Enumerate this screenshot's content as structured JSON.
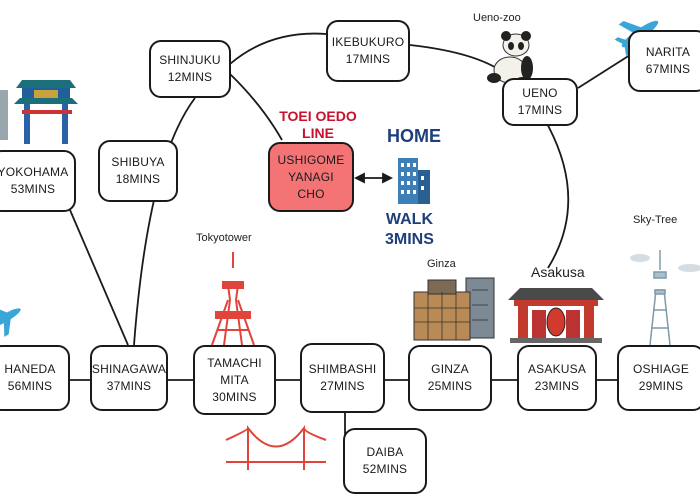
{
  "line": {
    "name_line1": "TOEI OEDO",
    "name_line2": "LINE"
  },
  "home": {
    "label": "HOME",
    "walk_line1": "WALK",
    "walk_line2": "3MINS"
  },
  "stations": {
    "shinjuku": {
      "name": "SHINJUKU",
      "time": "12MINS"
    },
    "ikebukuro": {
      "name": "IKEBUKURO",
      "time": "17MINS"
    },
    "ueno": {
      "name": "UENO",
      "time": "17MINS"
    },
    "narita": {
      "name": "NARITA",
      "time": "67MINS"
    },
    "yokohama": {
      "name": "YOKOHAMA",
      "time": "53MINS"
    },
    "shibuya": {
      "name": "SHIBUYA",
      "time": "18MINS"
    },
    "ushigome": {
      "name_line1": "USHIGOME",
      "name_line2": "YANAGI",
      "name_line3": "CHO"
    },
    "haneda": {
      "name": "HANEDA",
      "time": "56MINS"
    },
    "shinagawa": {
      "name": "SHINAGAWA",
      "time": "37MINS"
    },
    "tamachi": {
      "name_line1": "TAMACHI",
      "name_line2": "MITA",
      "time": "30MINS"
    },
    "shimbashi": {
      "name": "SHIMBASHI",
      "time": "27MINS"
    },
    "ginza": {
      "name": "GINZA",
      "time": "25MINS"
    },
    "asakusa": {
      "name": "ASAKUSA",
      "time": "23MINS"
    },
    "oshiage": {
      "name": "OSHIAGE",
      "time": "29MINS"
    },
    "daiba": {
      "name": "DAIBA",
      "time": "52MINS"
    }
  },
  "landmarks": {
    "ueno_zoo": "Ueno-zoo",
    "tokyo_tower": "Tokyotower",
    "ginza": "Ginza",
    "asakusa": "Asakusa",
    "sky_tree": "Sky-Tree"
  },
  "colors": {
    "line_red": "#c8102e",
    "navy": "#1d3f7a",
    "home_station_fill": "#f47476",
    "tower_red": "#e0443a",
    "plane_blue": "#3aa6d8"
  },
  "icons": [
    "airplane-icon",
    "panda-icon",
    "chinatown-gate-icon",
    "tokyo-tower-icon",
    "building-icon",
    "ginza-building-icon",
    "kaminarimon-gate-icon",
    "skytree-icon",
    "rainbow-bridge-icon",
    "cloud-icon"
  ]
}
